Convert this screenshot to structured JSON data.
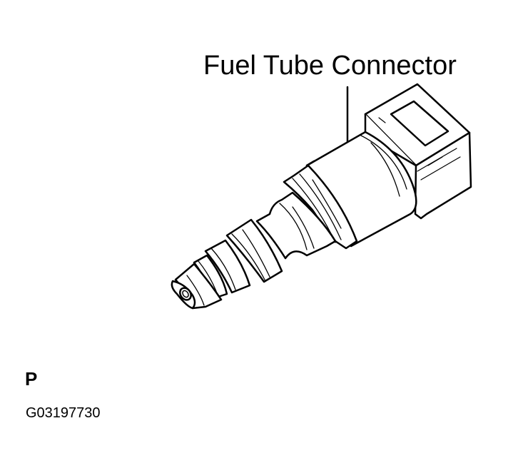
{
  "figure": {
    "callout_label": "Fuel Tube Connector",
    "code_letter": "P",
    "figure_id": "G03197730"
  },
  "colors": {
    "line": "#000000",
    "background": "#ffffff"
  }
}
